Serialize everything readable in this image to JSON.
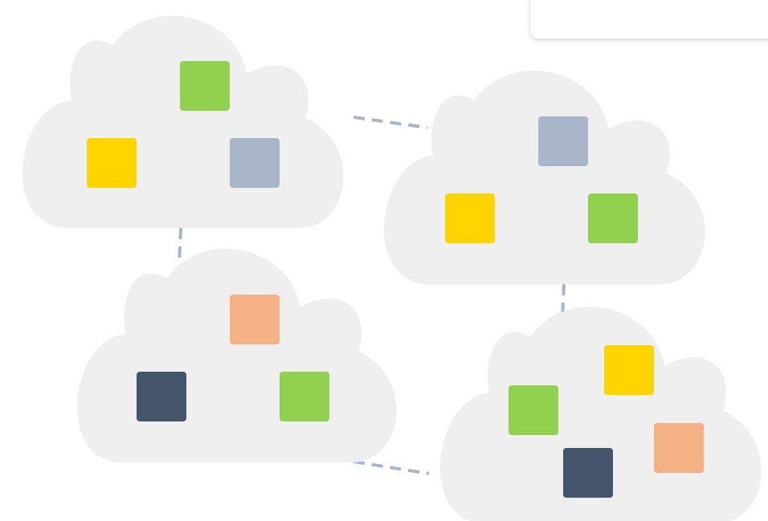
{
  "palette": {
    "cloud_fill": "#efefef",
    "connector": "#a9b5c9",
    "green": "#92d050",
    "yellow": "#ffd400",
    "gray_blue": "#a9b5c9",
    "peach": "#f4b183",
    "navy": "#44546a"
  },
  "clouds": [
    {
      "id": "top-left",
      "nodes": [
        "green",
        "yellow",
        "gray_blue"
      ]
    },
    {
      "id": "right",
      "nodes": [
        "gray_blue",
        "yellow",
        "green"
      ]
    },
    {
      "id": "bottom-left",
      "nodes": [
        "peach",
        "navy",
        "green"
      ]
    },
    {
      "id": "bottom-right",
      "nodes": [
        "yellow",
        "green",
        "peach",
        "navy"
      ]
    }
  ],
  "connections": [
    [
      "top-left",
      "right"
    ],
    [
      "top-left",
      "bottom-left"
    ],
    [
      "right",
      "bottom-right"
    ],
    [
      "bottom-left",
      "bottom-right"
    ]
  ],
  "panel": {
    "text": ""
  }
}
